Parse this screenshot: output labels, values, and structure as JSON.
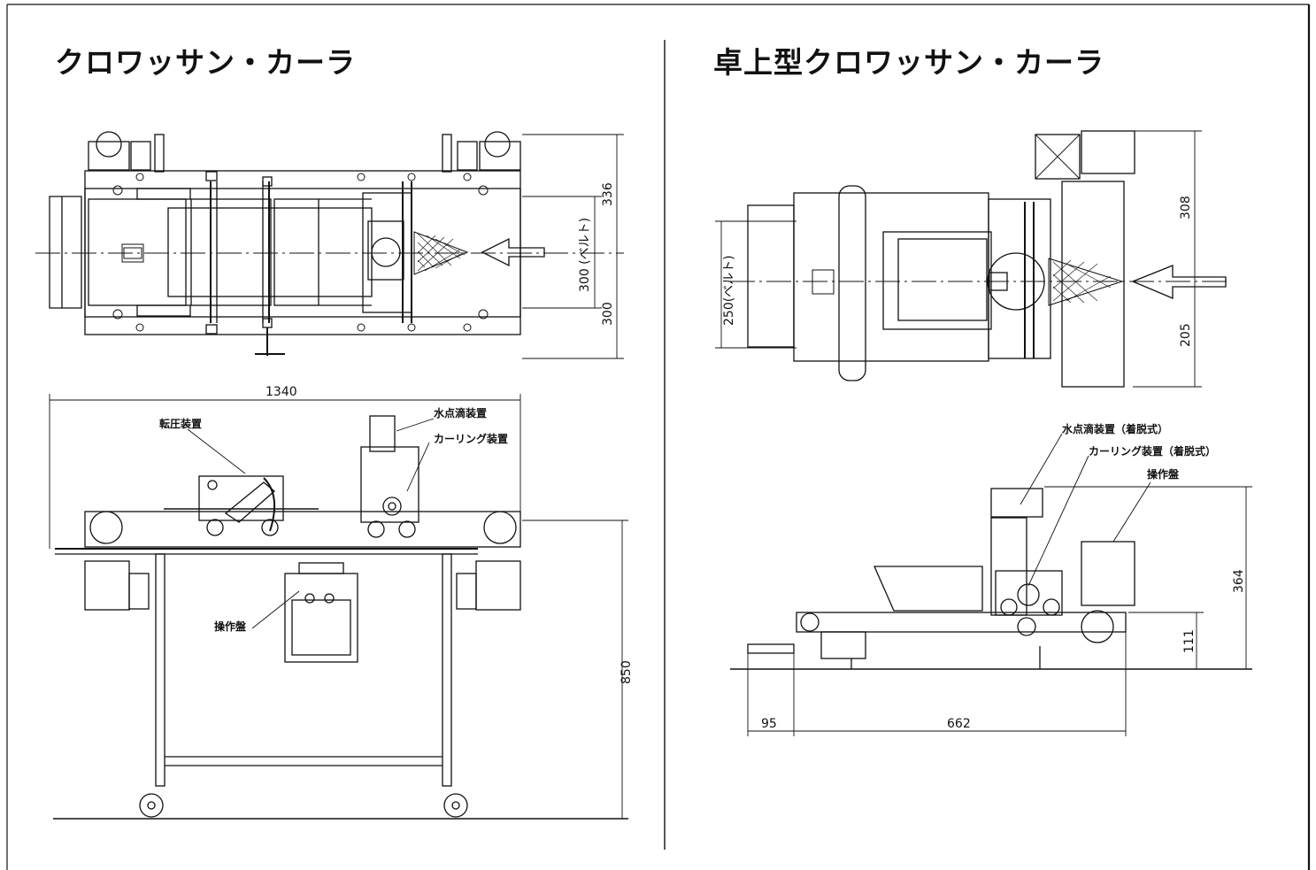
{
  "left": {
    "title": "クロワッサン・カーラ",
    "dims": {
      "total_length": "1340",
      "top_width_upper": "336",
      "belt": "300 (ベルト)",
      "top_width_lower": "300",
      "height": "850"
    },
    "labels": {
      "rolling_device": "転圧装置",
      "water_drip_device": "水点滴装置",
      "curling_device": "カーリング装置",
      "control_panel": "操作盤"
    }
  },
  "right": {
    "title": "卓上型クロワッサン・カーラ",
    "dims": {
      "belt_width": "250(ベルト)",
      "upper": "308",
      "lower": "205",
      "height": "364",
      "table_height": "111",
      "offset": "95",
      "length": "662"
    },
    "labels": {
      "water_drip_device": "水点滴装置（着脱式）",
      "curling_device": "カーリング装置（着脱式）",
      "control_panel": "操作盤"
    }
  }
}
